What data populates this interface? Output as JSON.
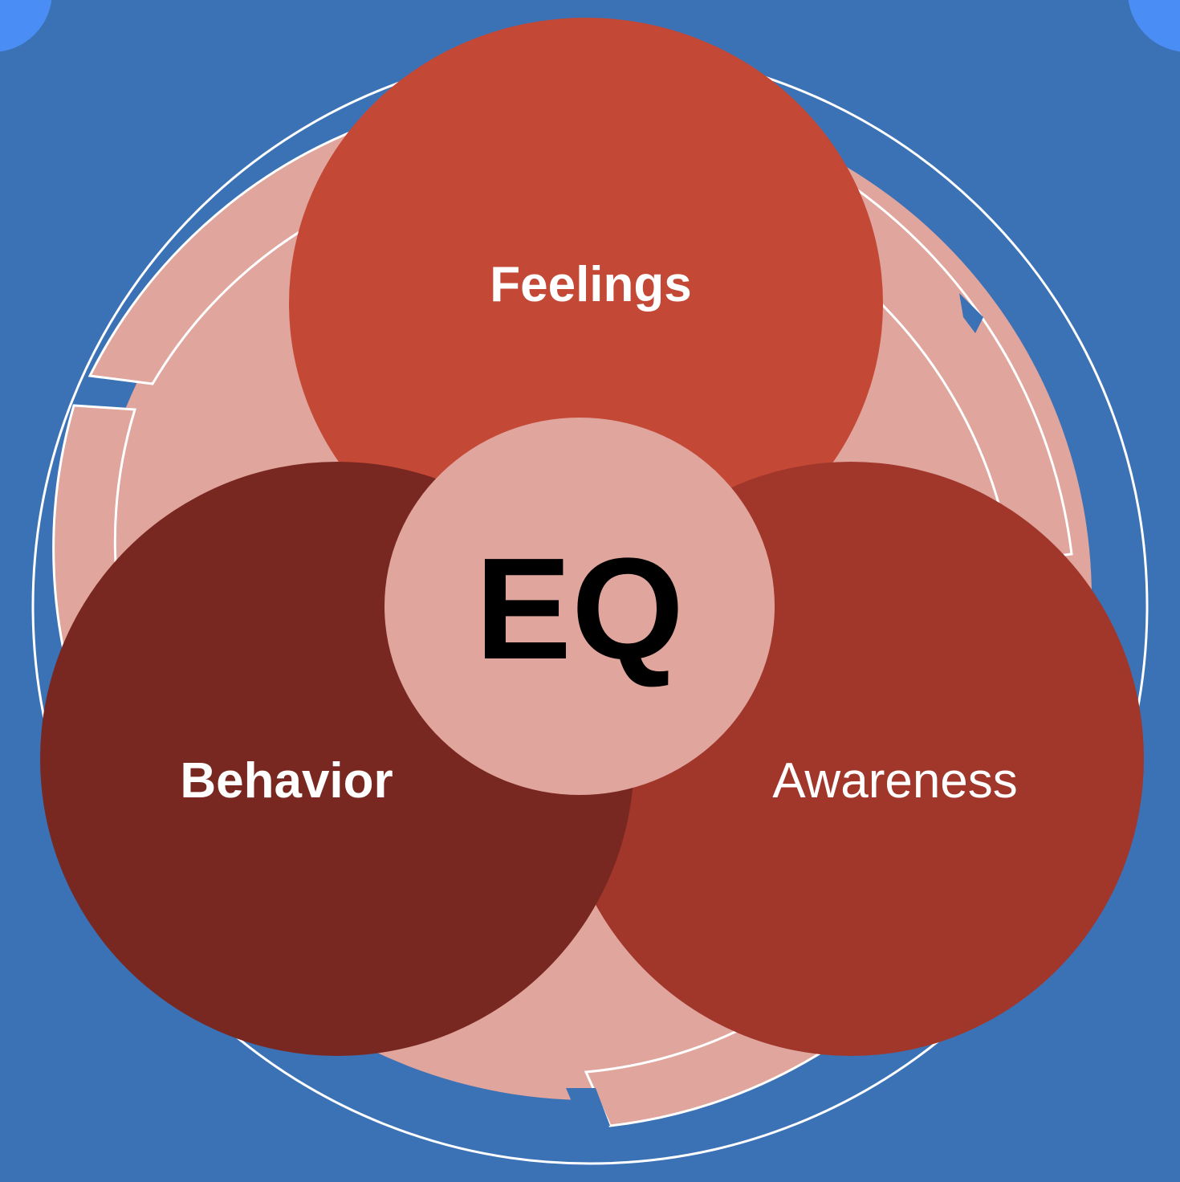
{
  "colors": {
    "background": "#3b72b6",
    "corner_accent": "#4a8df5",
    "ring_fill": "#e0a59d",
    "ring_stroke": "#ffffff",
    "feelings": "#c34836",
    "awareness": "#a1362b",
    "behavior": "#782820",
    "center": "#e0a59d",
    "center_text": "#000000",
    "label_text": "#ffffff"
  },
  "diagram": {
    "center_label": "EQ",
    "circles": [
      {
        "key": "feelings",
        "label": "Feelings"
      },
      {
        "key": "behavior",
        "label": "Behavior"
      },
      {
        "key": "awareness",
        "label": "Awareness"
      }
    ]
  }
}
